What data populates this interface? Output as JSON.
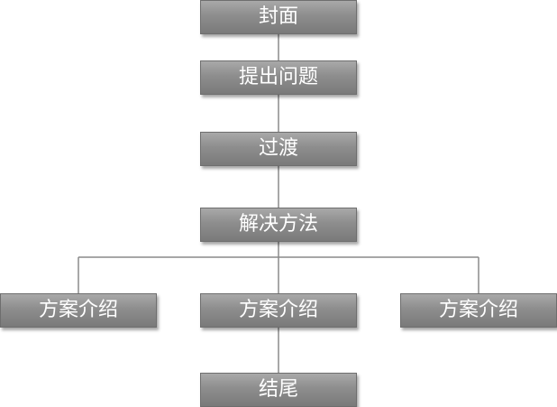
{
  "flowchart": {
    "cover": "封面",
    "problem": "提出问题",
    "transition": "过渡",
    "solution": "解决方法",
    "plans": [
      "方案介绍",
      "方案介绍",
      "方案介绍"
    ],
    "ending": "结尾"
  },
  "colors": {
    "box_fill": "#8d8d8d",
    "box_text": "#ffffff",
    "connector": "#8a8a8a"
  }
}
